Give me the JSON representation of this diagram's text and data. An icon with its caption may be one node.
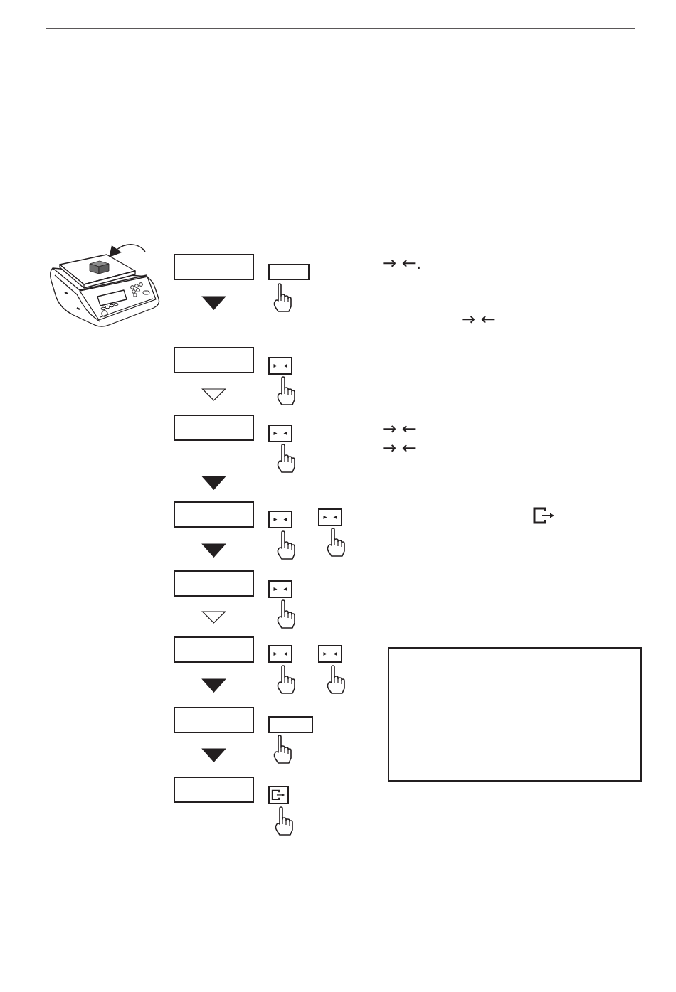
{
  "diagram": {
    "nodes": [
      {
        "text": [],
        "shape": "box"
      },
      {
        "text": [],
        "shape": "box"
      },
      {
        "text": [],
        "shape": "box"
      },
      {
        "text": [],
        "shape": "box"
      },
      {
        "text": [],
        "shape": "box"
      },
      {
        "text": [],
        "shape": "box"
      },
      {
        "text": [],
        "shape": "box"
      },
      {
        "text": [],
        "shape": "box"
      },
      {
        "text": [],
        "shape": "box"
      }
    ],
    "edges": [
      {
        "from": 0,
        "to": 1,
        "arrow": "to"
      },
      {
        "from": 1,
        "to": 2,
        "arrow": "to"
      },
      {
        "from": 2,
        "to": 3,
        "arrow": "to"
      },
      {
        "from": 3,
        "to": 4,
        "arrow": "to"
      },
      {
        "from": 4,
        "to": 5,
        "arrow": "to"
      },
      {
        "from": 5,
        "to": 6,
        "arrow": "to"
      },
      {
        "from": 6,
        "to": 7,
        "arrow": "to"
      }
    ],
    "labels": [
      "→ ←.",
      "→ ←",
      "→ ←",
      "→ ←"
    ]
  }
}
